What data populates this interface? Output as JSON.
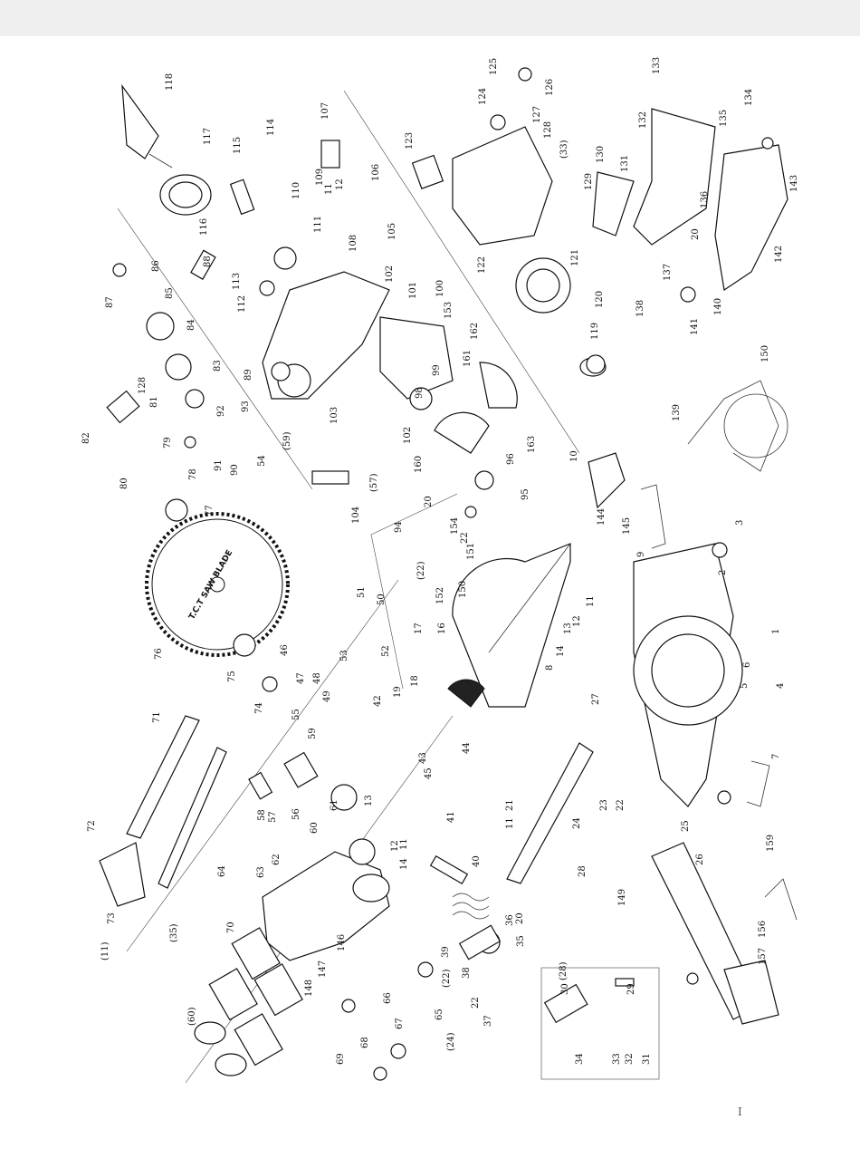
{
  "blade_text": "T.C.T SAW BLADE",
  "page_number": "I",
  "labels": [
    "118",
    "117",
    "115",
    "114",
    "116",
    "107",
    "110",
    "109",
    "11",
    "12",
    "106",
    "111",
    "108",
    "105",
    "88",
    "87",
    "86",
    "85",
    "84",
    "83",
    "113",
    "112",
    "89",
    "92",
    "93",
    "82",
    "128",
    "81",
    "79",
    "80",
    "78",
    "91",
    "90",
    "54",
    "(59)",
    "103",
    "102",
    "101",
    "100",
    "153",
    "77",
    "76",
    "75",
    "74",
    "104",
    "(57)",
    "99",
    "98",
    "161",
    "162",
    "160",
    "102",
    "163",
    "96",
    "95",
    "10",
    "94",
    "20",
    "(22)",
    "154",
    "22",
    "151",
    "150",
    "152",
    "51",
    "50",
    "53",
    "52",
    "17",
    "16",
    "46",
    "47",
    "49",
    "48",
    "55",
    "42",
    "19",
    "18",
    "72",
    "73",
    "(11)",
    "(35)",
    "71",
    "64",
    "63",
    "62",
    "70",
    "59",
    "58",
    "57",
    "56",
    "60",
    "61",
    "13",
    "41",
    "11",
    "14",
    "12",
    "43",
    "45",
    "44",
    "40",
    "69",
    "147",
    "146",
    "148",
    "66",
    "67",
    "68",
    "65",
    "(60)",
    "39",
    "(22)",
    "22",
    "36",
    "38",
    "35",
    "20",
    "37",
    "(24)",
    "21",
    "11",
    "24",
    "23",
    "22",
    "144",
    "145",
    "9",
    "3",
    "2",
    "1",
    "4",
    "5",
    "6",
    "8",
    "13",
    "12",
    "11",
    "14",
    "7",
    "27",
    "28",
    "149",
    "25",
    "26",
    "159",
    "156",
    "157",
    "(28)",
    "30",
    "29",
    "34",
    "33",
    "32",
    "31",
    "124",
    "125",
    "126",
    "127",
    "128",
    "(33)",
    "123",
    "122",
    "121",
    "120",
    "119",
    "129",
    "130",
    "131",
    "133",
    "132",
    "134",
    "135",
    "136",
    "20",
    "143",
    "142",
    "137",
    "138",
    "140",
    "141",
    "139",
    "150"
  ]
}
